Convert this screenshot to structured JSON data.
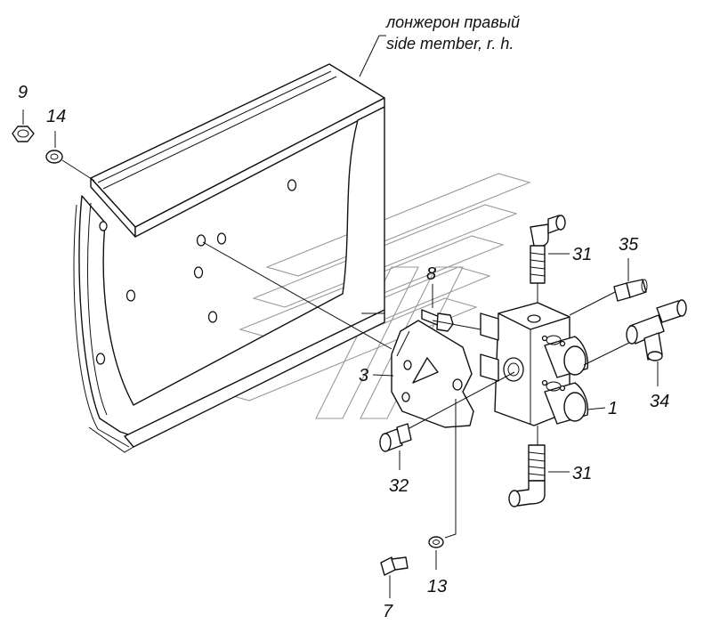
{
  "header": {
    "caption_ru": "лонжерон правый",
    "caption_en": "side member, r. h."
  },
  "callouts": {
    "c1": "1",
    "c3": "3",
    "c7": "7",
    "c8": "8",
    "c9": "9",
    "c13": "13",
    "c14": "14",
    "c31_upper": "31",
    "c31_lower": "31",
    "c32": "32",
    "c34": "34",
    "c35": "35"
  },
  "style": {
    "line_color": "#111111",
    "watermark_color": "#9a9a9a",
    "background": "#ffffff"
  }
}
